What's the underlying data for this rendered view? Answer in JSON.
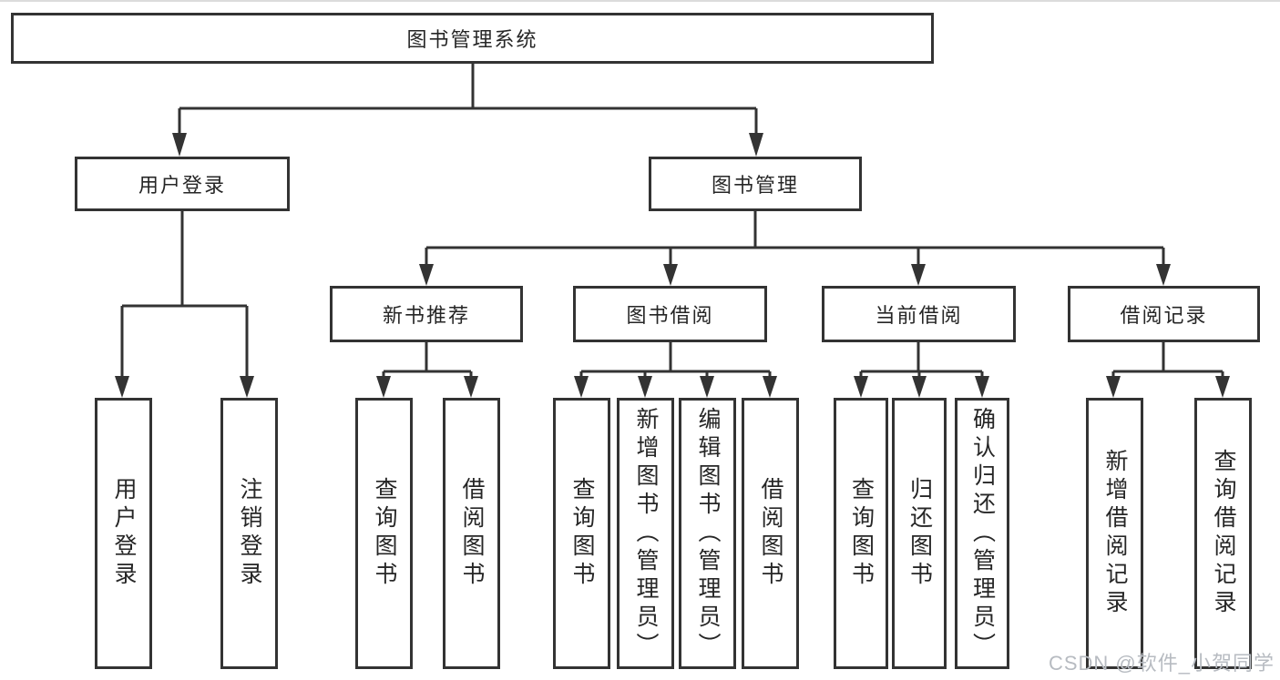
{
  "tree": {
    "root": "图书管理系统",
    "level2": [
      "用户登录",
      "图书管理"
    ],
    "level3": [
      "新书推荐",
      "图书借阅",
      "当前借阅",
      "借阅记录"
    ],
    "leaves": {
      "user_login": [
        "用户登录",
        "注销登录"
      ],
      "new_book": [
        "查询图书",
        "借阅图书"
      ],
      "book_borrow": [
        "查询图书",
        "新增图书（管理员）",
        "编辑图书（管理员）",
        "借阅图书"
      ],
      "current_borrow": [
        "查询图书",
        "归还图书",
        "确认归还（管理员）"
      ],
      "borrow_record": [
        "新增借阅记录",
        "查询借阅记录"
      ]
    }
  },
  "watermark": "CSDN @软件_小贺同学",
  "colors": {
    "line": "#333333",
    "text": "#262626",
    "background": "#ffffff",
    "watermark": "#b7bbc1"
  }
}
